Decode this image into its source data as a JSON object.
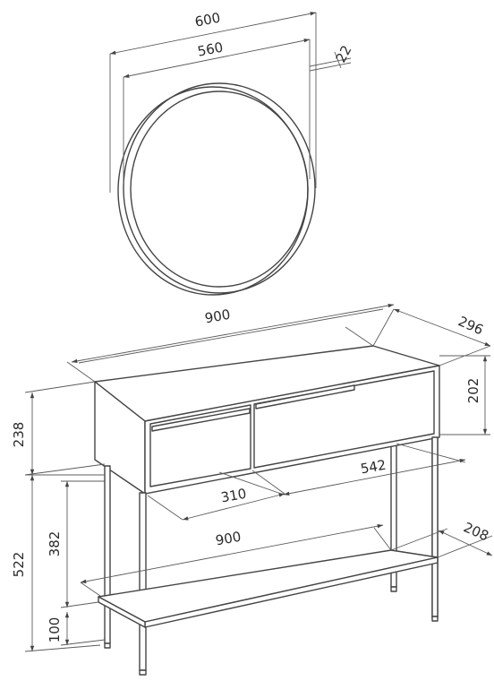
{
  "dimensions": {
    "mirror_outer_width": "600",
    "mirror_inner_width": "560",
    "mirror_frame_depth": "22",
    "console_width_top": "900",
    "console_depth": "296",
    "drawer_height": "202",
    "upper_section_height": "238",
    "drawer_inner_depth": "542",
    "drawer_width": "310",
    "shelf_width": "900",
    "shelf_depth": "208",
    "leg_height": "522",
    "shelf_gap": "382",
    "shelf_height": "100"
  }
}
